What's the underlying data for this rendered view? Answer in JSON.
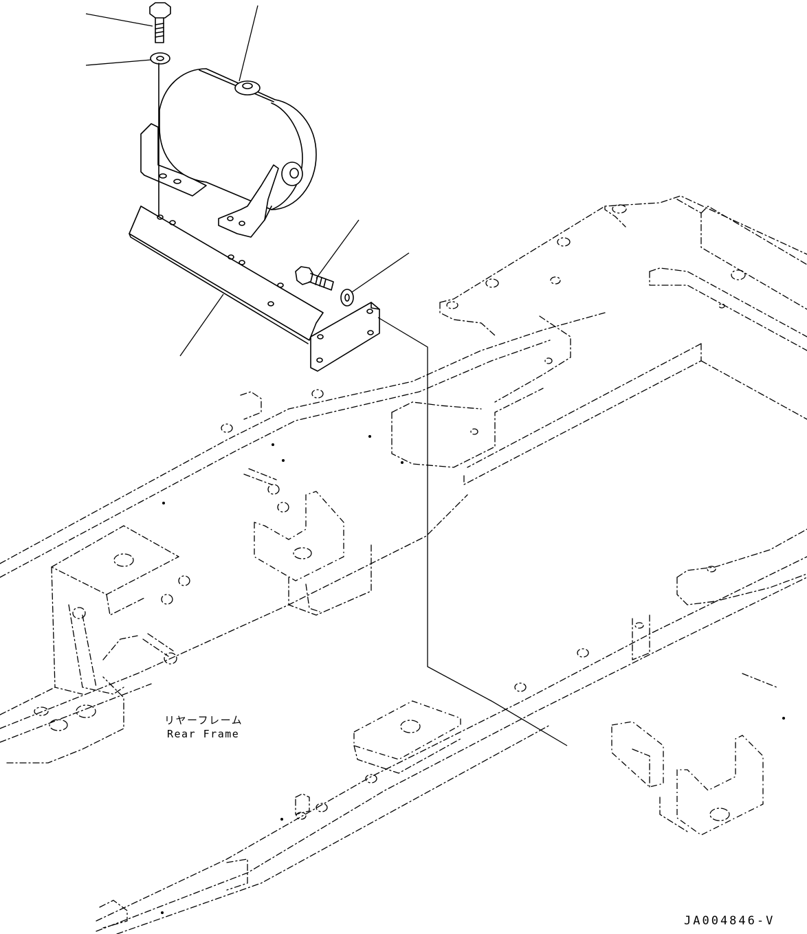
{
  "labels": {
    "rear_frame_jp": "リヤーフレーム",
    "rear_frame_en": "Rear Frame"
  },
  "drawing_code": "JA004846-V",
  "colors": {
    "line": "#000000",
    "background": "#ffffff"
  }
}
